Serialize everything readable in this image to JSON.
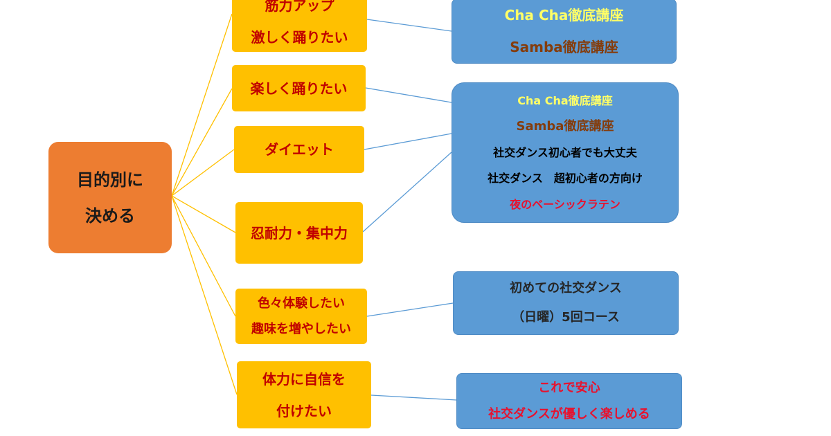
{
  "root": {
    "lines": [
      "目的別に",
      "決める"
    ]
  },
  "goals": [
    {
      "lines": [
        "筋力アップ",
        "激しく踊りたい"
      ]
    },
    {
      "lines": [
        "楽しく踊りたい"
      ]
    },
    {
      "lines": [
        "ダイエット"
      ]
    },
    {
      "lines": [
        "忍耐力・集中力"
      ]
    },
    {
      "lines": [
        "色々体験したい",
        "趣味を増やしたい"
      ]
    },
    {
      "lines": [
        "体力に自信を",
        "付けたい"
      ]
    }
  ],
  "courses": [
    {
      "items": [
        "Cha Cha徹底講座",
        "Samba徹底講座"
      ]
    },
    {
      "items": [
        "Cha Cha徹底講座",
        "Samba徹底講座",
        "社交ダンス初心者でも大丈夫",
        "社交ダンス　超初心者の方向け",
        "夜のベーシックラテン"
      ]
    },
    {
      "items": [
        "初めての社交ダンス",
        "（日曜）5回コース"
      ]
    },
    {
      "items": [
        "これで安心",
        "社交ダンスが優しく楽しめる"
      ]
    }
  ],
  "colors": {
    "root": "#ED7D31",
    "goal": "#FFC000",
    "course": "#5B9BD5",
    "goal_text": "#C00000",
    "cha_cha": "#FFFF66",
    "samba": "#843C0C",
    "dark_text": "#000000",
    "red_text": "#E8112D",
    "root_connector": "#FFC000",
    "course_connector": "#5B9BD5"
  }
}
